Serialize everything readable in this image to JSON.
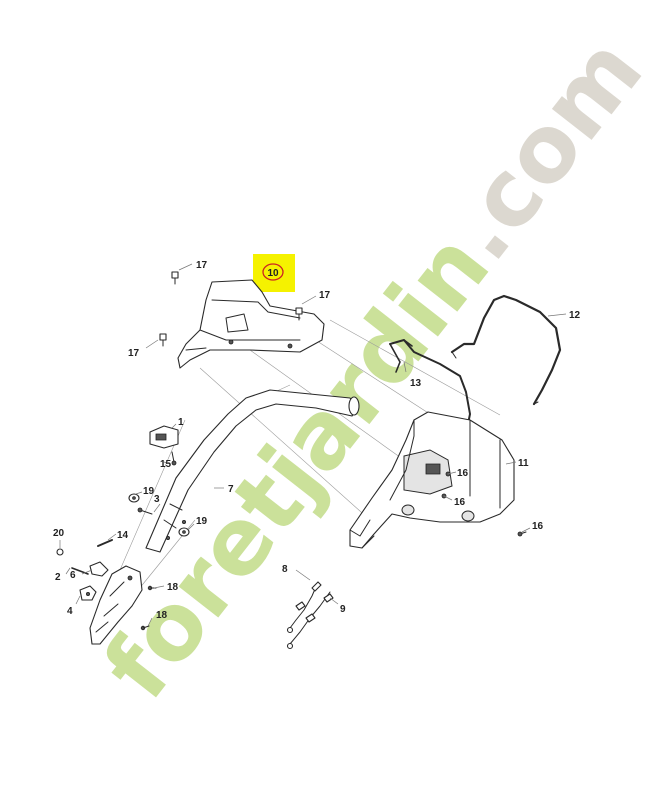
{
  "watermark": {
    "text_main": "foretjardin",
    "text_domain": ".com",
    "color_main": "#c6de90",
    "color_accent": "#f2c79a",
    "color_domain": "#d9d4cb"
  },
  "highlight": {
    "label": "10",
    "background": "#f5f200",
    "circle_color": "#cc2222"
  },
  "callouts": [
    {
      "id": "c17a",
      "text": "17"
    },
    {
      "id": "c17b",
      "text": "17"
    },
    {
      "id": "c17c",
      "text": "17"
    },
    {
      "id": "c12",
      "text": "12"
    },
    {
      "id": "c13",
      "text": "13"
    },
    {
      "id": "c1",
      "text": "1"
    },
    {
      "id": "c15",
      "text": "15"
    },
    {
      "id": "c7",
      "text": "7"
    },
    {
      "id": "c11",
      "text": "11"
    },
    {
      "id": "c16a",
      "text": "16"
    },
    {
      "id": "c16b",
      "text": "16"
    },
    {
      "id": "c16c",
      "text": "16"
    },
    {
      "id": "c19a",
      "text": "19"
    },
    {
      "id": "c3",
      "text": "3"
    },
    {
      "id": "c19b",
      "text": "19"
    },
    {
      "id": "c20",
      "text": "20"
    },
    {
      "id": "c14",
      "text": "14"
    },
    {
      "id": "c2",
      "text": "2"
    },
    {
      "id": "c6",
      "text": "6"
    },
    {
      "id": "c4",
      "text": "4"
    },
    {
      "id": "c18a",
      "text": "18"
    },
    {
      "id": "c18b",
      "text": "18"
    },
    {
      "id": "c8",
      "text": "8"
    },
    {
      "id": "c9",
      "text": "9"
    }
  ]
}
